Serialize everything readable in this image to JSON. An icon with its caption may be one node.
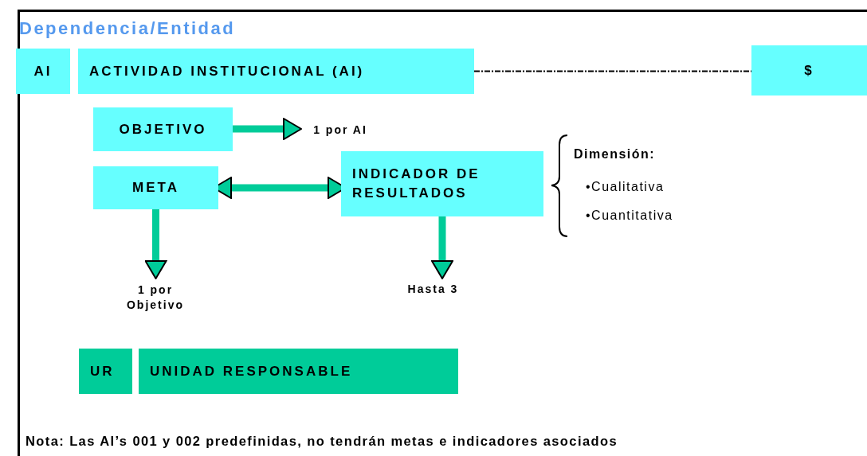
{
  "diagram": {
    "nodes": [
      {
        "text": [
          "Dependencia/Entidad"
        ]
      },
      {
        "text": [
          "AI"
        ],
        "in": 0
      },
      {
        "text": [
          "ACTIVIDAD INSTITUCIONAL (AI)"
        ],
        "in": 0
      },
      {
        "text": [
          "$"
        ],
        "in": 0
      },
      {
        "text": [
          "OBJETIVO"
        ],
        "in": 0
      },
      {
        "text": [
          "1 por AI"
        ],
        "in": 0
      },
      {
        "text": [
          "META"
        ],
        "in": 0
      },
      {
        "text": [
          "INDICADOR DE RESULTADOS"
        ],
        "in": 0
      },
      {
        "text": [
          "1 por Objetivo"
        ],
        "in": 0
      },
      {
        "text": [
          "Hasta 3"
        ],
        "in": 0
      },
      {
        "text": [
          "UR"
        ],
        "in": 0
      },
      {
        "text": [
          "UNIDAD RESPONSABLE"
        ],
        "in": 0
      }
    ],
    "edges": [
      {
        "from": 2,
        "to": 3,
        "arrow": "none",
        "style": "dashed",
        "color": "#000000"
      },
      {
        "from": 4,
        "to": 5,
        "arrow": "to"
      },
      {
        "from": 6,
        "to": 7,
        "arrow": "both"
      },
      {
        "from": 6,
        "to": 8,
        "arrow": "to"
      },
      {
        "from": 7,
        "to": 9,
        "arrow": "to"
      }
    ],
    "labels": [
      "Dimensión:",
      "•Cualitativa",
      "•Cuantitativa",
      "Nota: Las AI’s 001 y 002 predefinidas, no tendrán metas e indicadores asociados"
    ]
  }
}
